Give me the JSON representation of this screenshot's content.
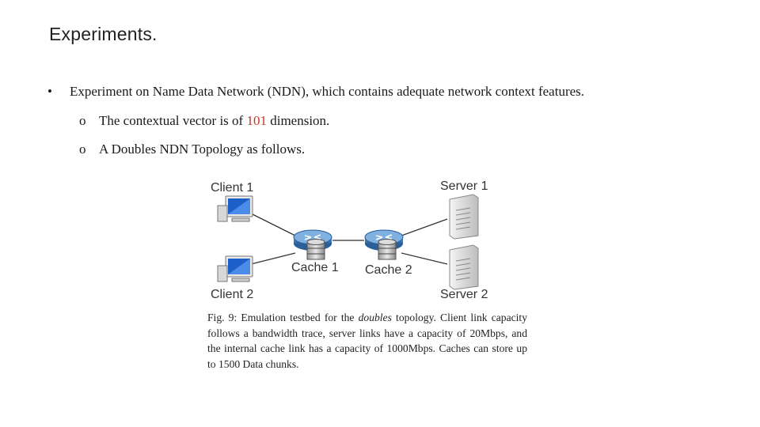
{
  "slide": {
    "title": "Experiments.",
    "bullet_marker": "•",
    "bullet_text": "Experiment on Name Data Network (NDN), which contains adequate network context features.",
    "sub_marker": "o",
    "sub1_prefix": "The contextual vector is of ",
    "sub1_number": "101",
    "sub1_suffix": " dimension.",
    "sub2_text": "A Doubles NDN Topology as follows."
  },
  "figure": {
    "client1": "Client 1",
    "client2": "Client 2",
    "cache1": "Cache 1",
    "cache2": "Cache 2",
    "server1": "Server 1",
    "server2": "Server 2",
    "caption_prefix": "Fig. 9: Emulation testbed for the ",
    "caption_em": "doubles",
    "caption_rest": " topology. Client link capacity follows a bandwidth trace, server links have a capacity of 20Mbps, and the internal cache link has a capacity of 1000Mbps. Caches can store up to 1500 Data chunks."
  },
  "colors": {
    "accent_red": "#c0392b",
    "router_blue": "#3c78b8",
    "monitor_blue": "#1d5fc9"
  }
}
